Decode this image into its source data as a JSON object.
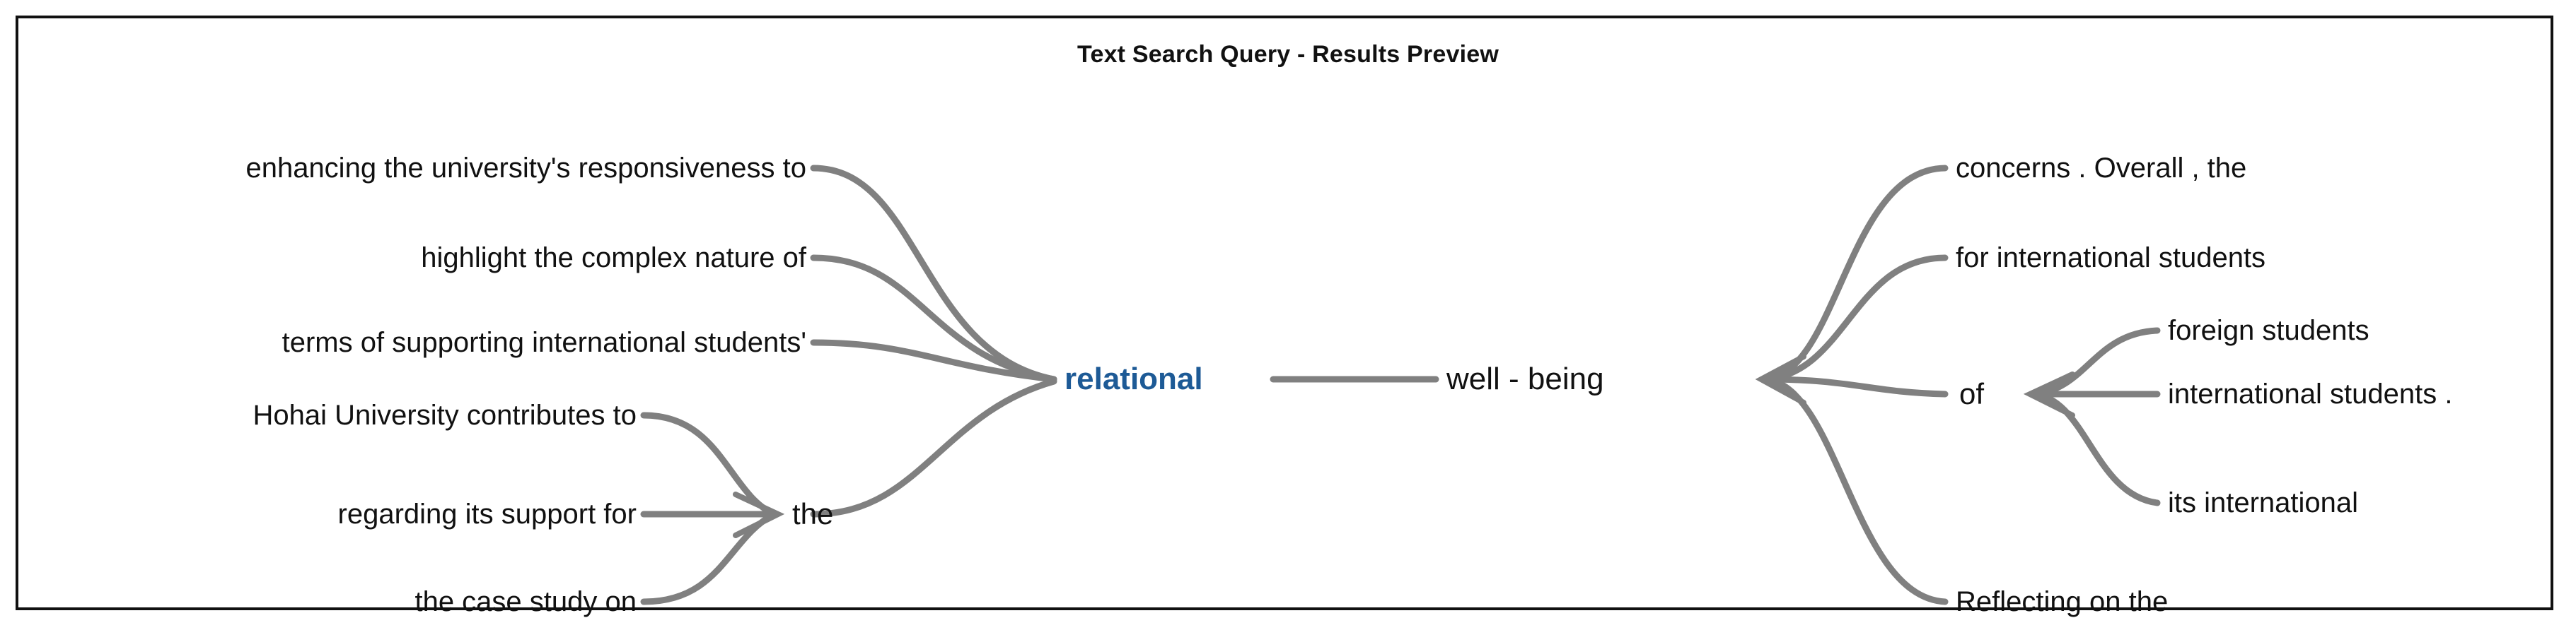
{
  "header": {
    "title": "Text Search Query - Results Preview"
  },
  "colors": {
    "keyword": "#1d5a96",
    "text": "#111111",
    "edge": "#808080",
    "border": "#111111",
    "background": "#ffffff"
  },
  "graph": {
    "keyword_node": {
      "label": "relational"
    },
    "center_node": {
      "label": "well - being"
    },
    "left_hub": {
      "label": "the"
    },
    "right_hub": {
      "label": "of"
    },
    "left_branches": [
      {
        "label": "enhancing the university's responsiveness to"
      },
      {
        "label": "highlight the complex nature of"
      },
      {
        "label": "terms of supporting international students'"
      }
    ],
    "left_hub_branches": [
      {
        "label": "Hohai University contributes to"
      },
      {
        "label": "regarding its support for"
      },
      {
        "label": "the case study on"
      }
    ],
    "right_branches": [
      {
        "label": "concerns . Overall , the"
      },
      {
        "label": "for international students"
      },
      {
        "label": "Reflecting on the"
      }
    ],
    "right_hub_branches": [
      {
        "label": "foreign students"
      },
      {
        "label": "international students ."
      },
      {
        "label": "its international"
      }
    ]
  }
}
